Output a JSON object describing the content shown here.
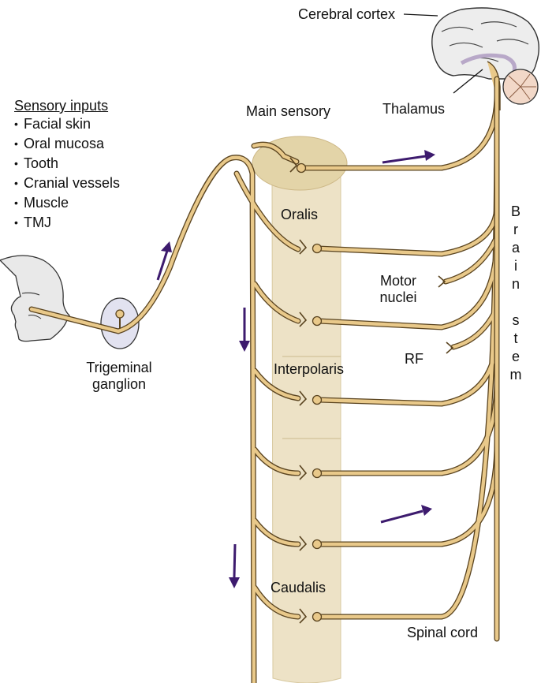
{
  "labels": {
    "cerebral_cortex": "Cerebral cortex",
    "thalamus": "Thalamus",
    "main_sensory": "Main sensory",
    "oralis": "Oralis",
    "interpolaris": "Interpolaris",
    "caudalis": "Caudalis",
    "motor_nuclei": "Motor nuclei",
    "rf": "RF",
    "trigeminal_ganglion": "Trigeminal ganglion",
    "spinal_cord": "Spinal cord",
    "brain_stem_letters": [
      "B",
      "r",
      "a",
      "i",
      "n",
      "",
      "s",
      "t",
      "e",
      "m"
    ]
  },
  "sensory_inputs": {
    "title": "Sensory inputs",
    "items": [
      "Facial skin",
      "Oral mucosa",
      "Tooth",
      "Cranial vessels",
      "Muscle",
      "TMJ"
    ]
  },
  "colors": {
    "fiber": "#e9c98a",
    "fiber_outline": "#5a4420",
    "nucleus": "#ede2c6",
    "nucleus_top": "#e3d4a8",
    "arrow": "#3d1b6e",
    "ganglion_fill": "#e2e2f0",
    "skin": "#e9e9e9"
  },
  "icons": {
    "face": "human-head-profile-icon",
    "brain": "brain-sagittal-icon"
  }
}
